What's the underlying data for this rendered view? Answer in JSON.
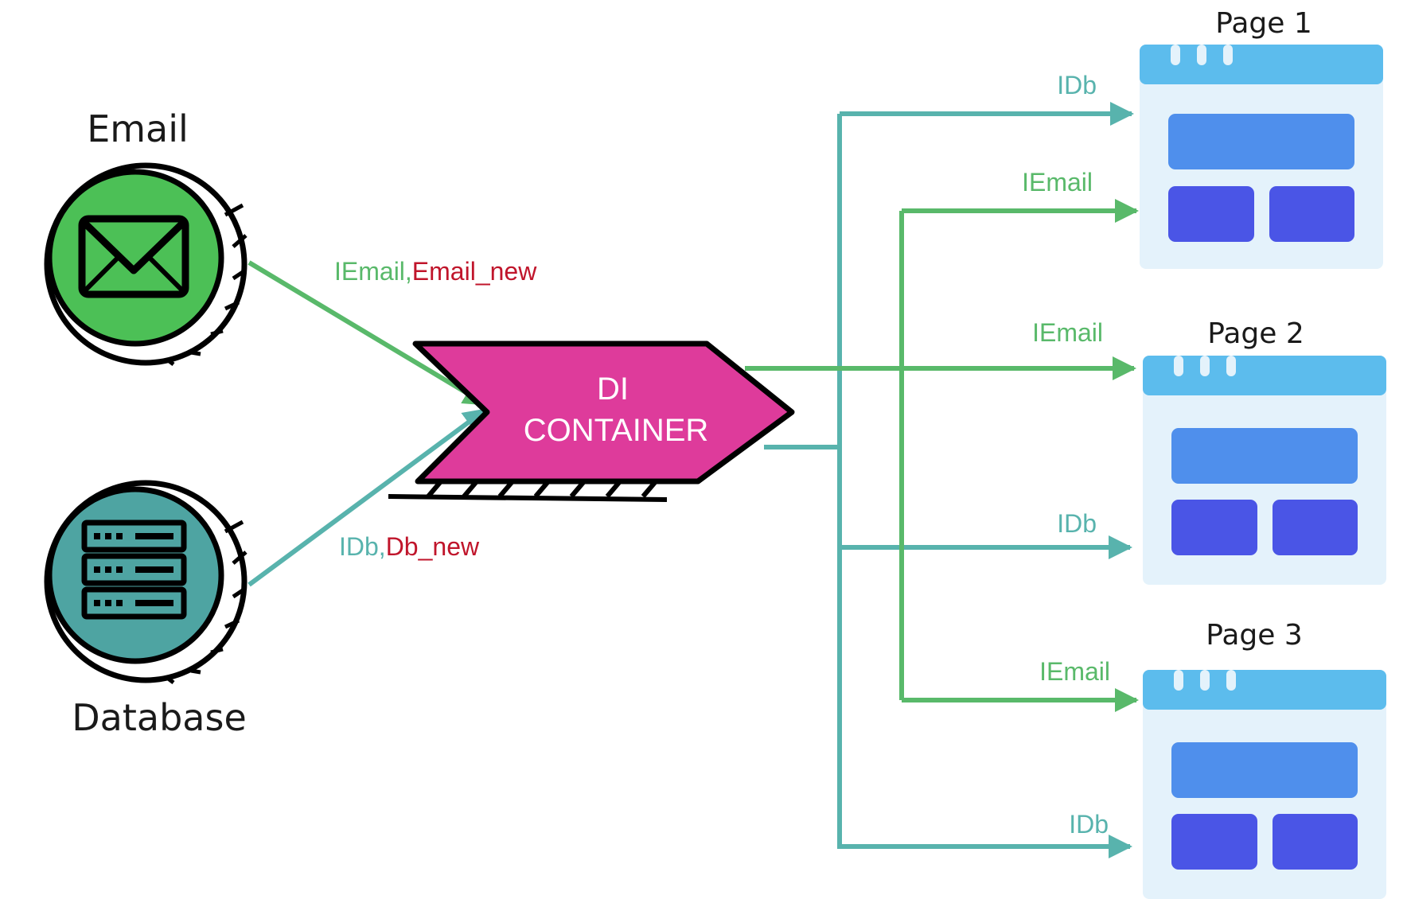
{
  "colors": {
    "interface_green": "#59b96a",
    "interface_teal": "#58b3ad",
    "impl_red": "#c0152b",
    "email_node": "#4cc056",
    "database_node": "#4ea4a2",
    "di_container": "#de3b9b",
    "page_header": "#5cbced",
    "page_body": "#e4f2fb",
    "page_block_light": "#4f8fec",
    "page_block_dark": "#4a55e6"
  },
  "sources": {
    "email": {
      "title": "Email",
      "icon": "envelope-icon"
    },
    "database": {
      "title": "Database",
      "icon": "server-rack-icon"
    }
  },
  "container": {
    "line1": "DI",
    "line2": "CONTAINER"
  },
  "inputs": {
    "email": {
      "interface": "IEmail",
      "sep": ",",
      "impl": "Email_new"
    },
    "database": {
      "interface": "IDb",
      "sep": ",",
      "impl": "Db_new"
    }
  },
  "pages": [
    {
      "title": "Page 1"
    },
    {
      "title": "Page 2"
    },
    {
      "title": "Page 3"
    }
  ],
  "outputs": {
    "p1_db": "IDb",
    "p1_email": "IEmail",
    "p2_email": "IEmail",
    "p2_db": "IDb",
    "p3_email": "IEmail",
    "p3_db": "IDb"
  }
}
